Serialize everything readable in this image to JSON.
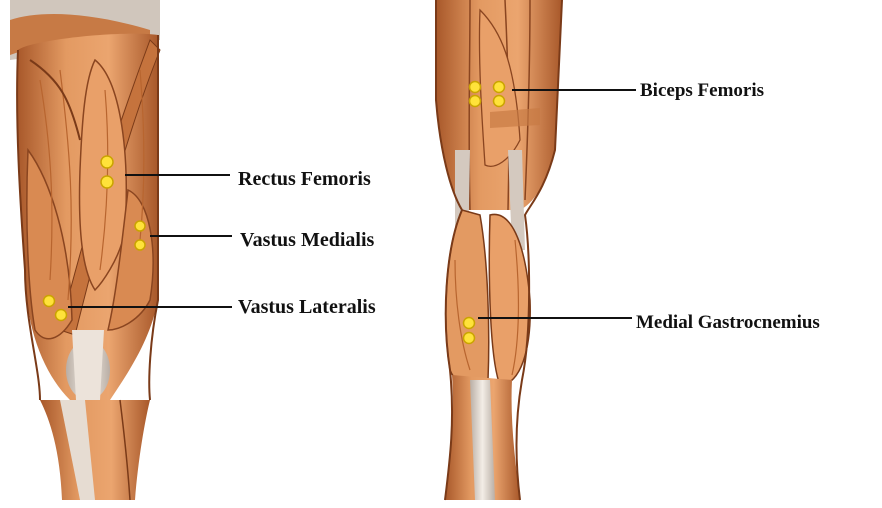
{
  "labels": {
    "rectus_femoris": "Rectus Femoris",
    "vastus_medialis": "Vastus Medialis",
    "vastus_lateralis": "Vastus Lateralis",
    "biceps_femoris": "Biceps Femoris",
    "medial_gastrocnemius": "Medial Gastrocnemius"
  },
  "colors": {
    "muscle": "#d9864d",
    "muscle_light": "#eba56f",
    "muscle_dark": "#a8582a",
    "muscle_shadow": "#7a3a18",
    "tendon": "#e6dcd2",
    "electrode": "#ffe23a",
    "electrode_ring": "#caa400",
    "line": "#111111"
  }
}
